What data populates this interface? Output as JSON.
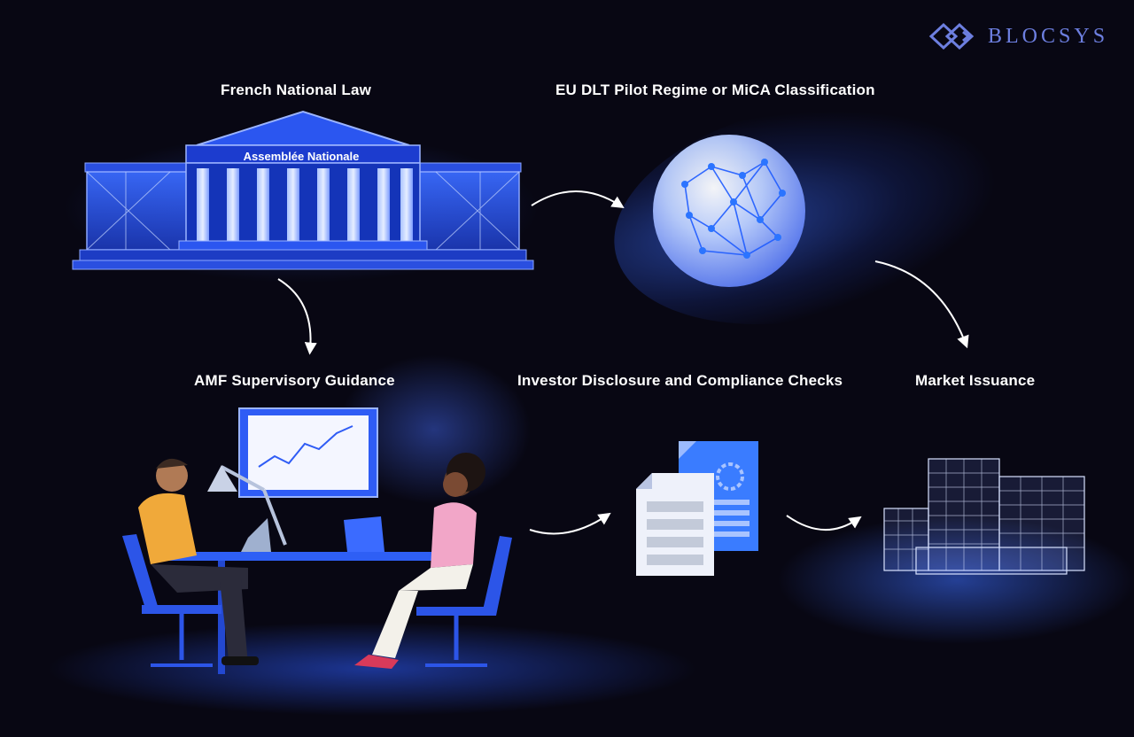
{
  "brand": {
    "name": "BLOCSYS",
    "icon": "diamond-chain-logo"
  },
  "steps": {
    "french_law": "French National Law",
    "eu_regime": "EU DLT Pilot Regime or MiCA Classification",
    "amf_guidance": "AMF Supervisory Guidance",
    "investor_disclosure": "Investor Disclosure and Compliance Checks",
    "market_issuance": "Market Issuance"
  },
  "building": {
    "caption": "Assemblée Nationale"
  },
  "colors": {
    "background": "#080713",
    "accent": "#3d6bff",
    "glow": "#2d5cff",
    "brand": "#6d7fe0"
  },
  "icons": [
    "parliament-building-icon",
    "network-globe-icon",
    "office-scene-illustration",
    "documents-icon",
    "skyscrapers-icon",
    "flow-arrow-icon"
  ]
}
